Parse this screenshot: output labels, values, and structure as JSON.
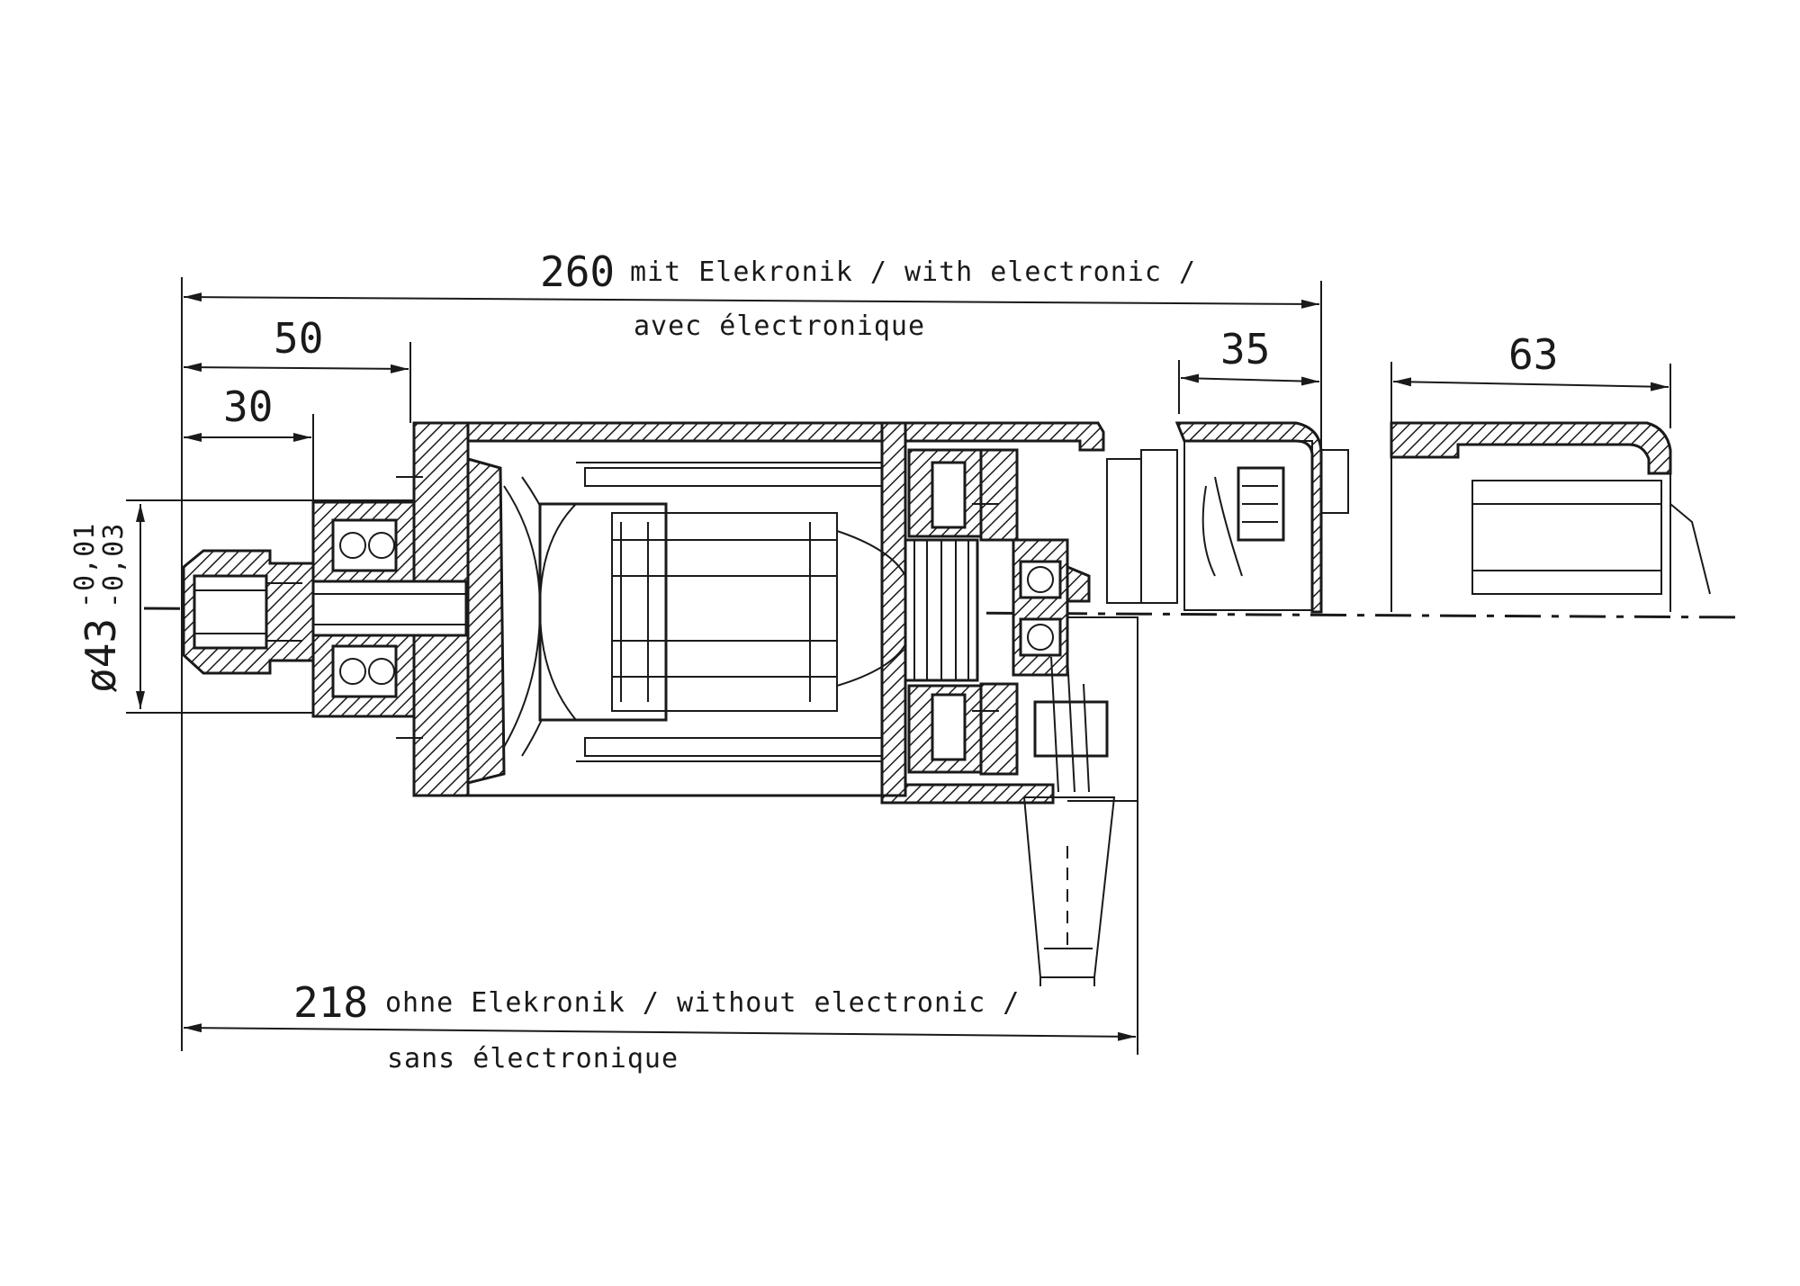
{
  "dimensions": {
    "total_with_electronic": {
      "value": "260",
      "label_line1": "mit Elekronik / with electronic /",
      "label_line2": "avec électronique"
    },
    "total_without_electronic": {
      "value": "218",
      "label_line1": "ohne Elekronik / without electronic /",
      "label_line2": "sans électronique"
    },
    "shaft_50": "50",
    "shaft_30": "30",
    "electronics_35": "35",
    "cover_63": "63",
    "diameter": {
      "nominal": "ø43",
      "upper_tol": "-0,01",
      "lower_tol": "-0,03"
    }
  }
}
